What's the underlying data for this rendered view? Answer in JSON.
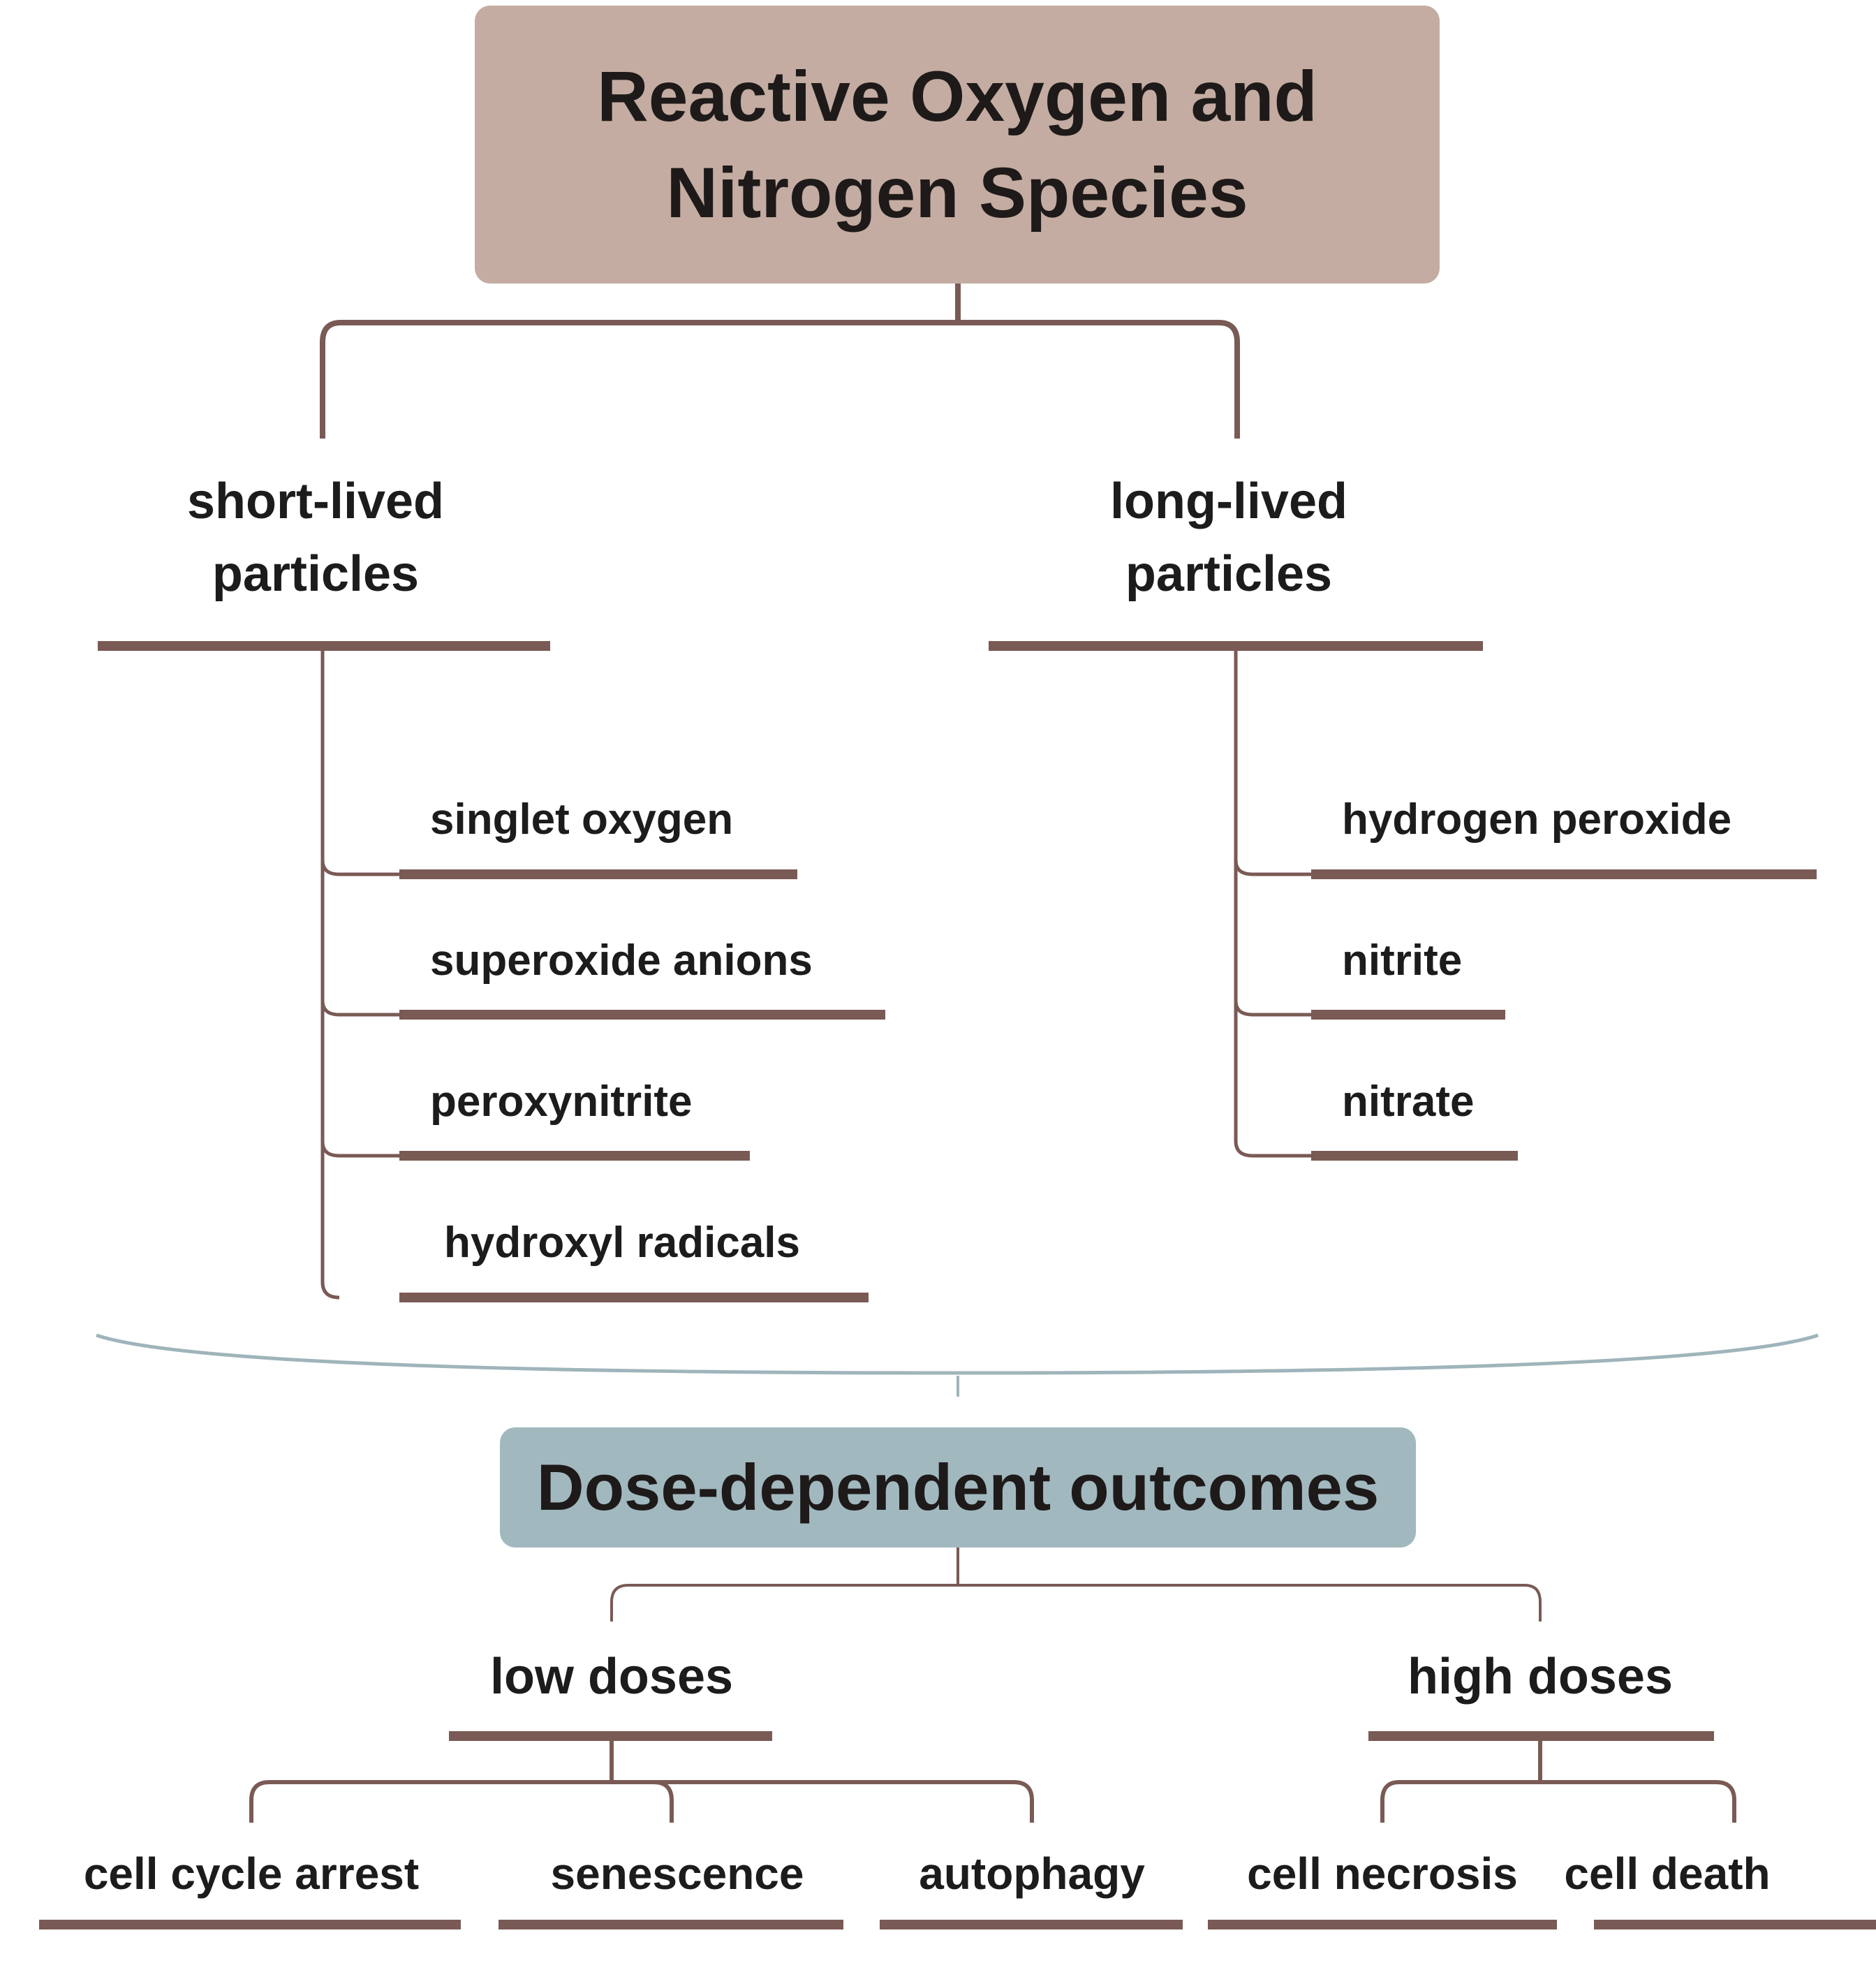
{
  "colors": {
    "top_box": "#c4aca2",
    "bottom_box": "#a1b8bf",
    "connector": "#7a5a55",
    "separator": "#9fb4bb"
  },
  "top_node": {
    "line1": "Reactive Oxygen and",
    "line2": "Nitrogen Species"
  },
  "categories": [
    {
      "line1": "short-lived",
      "line2": "particles",
      "items": [
        "singlet oxygen",
        "superoxide anions",
        "peroxynitrite",
        "hydroxyl radicals"
      ]
    },
    {
      "line1": "long-lived",
      "line2": "particles",
      "items": [
        "hydrogen peroxide",
        "nitrite",
        "nitrate"
      ]
    }
  ],
  "outcomes_node": {
    "label": "Dose-dependent outcomes"
  },
  "doses": [
    {
      "label": "low doses",
      "outcomes": [
        "cell cycle arrest",
        "senescence",
        "autophagy"
      ]
    },
    {
      "label": "high doses",
      "outcomes": [
        "cell necrosis",
        "cell death"
      ]
    }
  ]
}
